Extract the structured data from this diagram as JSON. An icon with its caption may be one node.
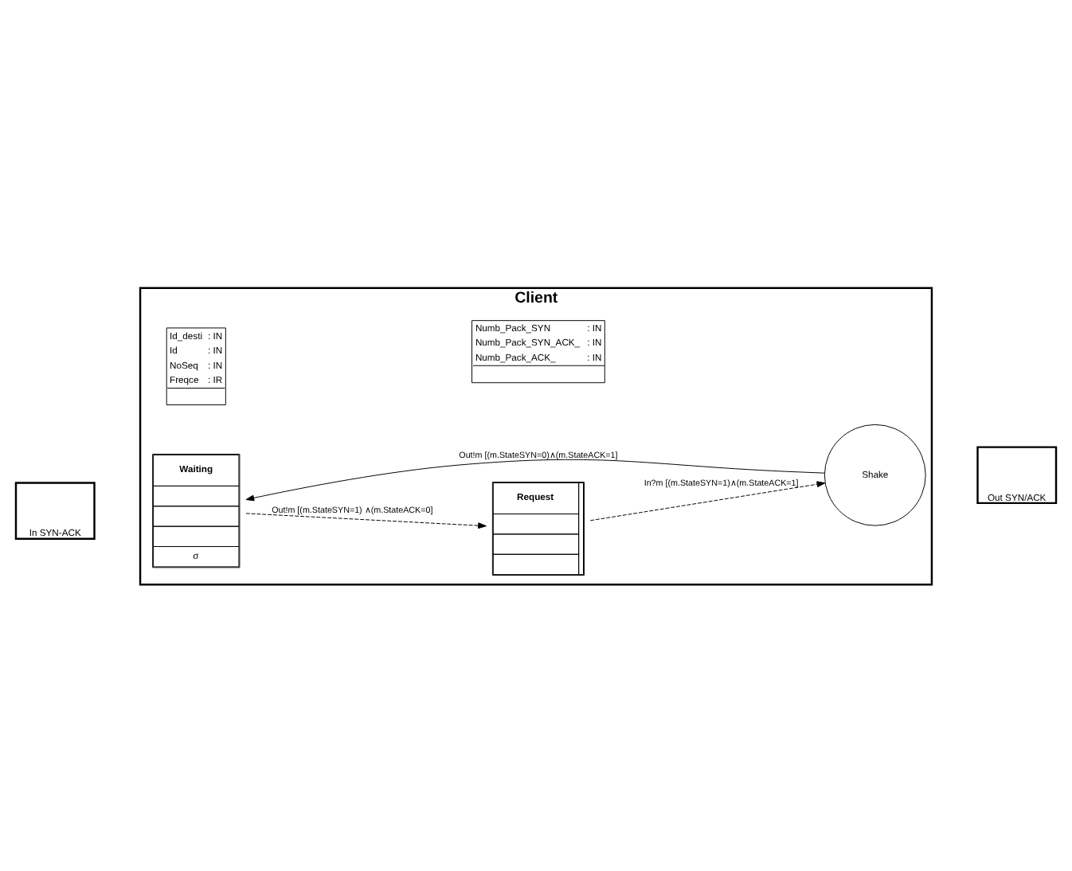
{
  "diagram": {
    "nodes": [
      {
        "text": [
          "Client"
        ]
      },
      {
        "text": [
          "In SYN-ACK"
        ]
      },
      {
        "text": [
          "Id_desti",
          ": IN",
          "Id",
          ": IN",
          "NoSeq",
          ": IN",
          "Freqce",
          ": IR"
        ],
        "in": 0
      },
      {
        "text": [
          "Numb_Pack_SYN",
          ": IN",
          "Numb_Pack_SYN_ACK_",
          ": IN",
          "Numb_Pack_ACK_",
          ": IN"
        ],
        "in": 0
      },
      {
        "text": [
          "Out SYN/ACK"
        ]
      },
      {
        "text": [
          "Waiting",
          "σ"
        ],
        "in": 0
      },
      {
        "text": [
          "Request"
        ],
        "in": 0
      },
      {
        "text": [
          "Shake"
        ],
        "in": 0
      }
    ],
    "edges": [
      {
        "from": 5,
        "to": 6,
        "arrow": "to",
        "style": "dashed",
        "label": "Out!m [(m.StateSYN=1) ∧(m.StateACK=0]"
      },
      {
        "from": 6,
        "to": 7,
        "arrow": "to",
        "style": "dashed",
        "label": "In?m [(m.StateSYN=1)∧(m.StateACK=1]"
      },
      {
        "from": 7,
        "to": 5,
        "arrow": "to",
        "label": "Out!m [(m.StateSYN=0)∧(m.StateACK=1]"
      }
    ]
  }
}
